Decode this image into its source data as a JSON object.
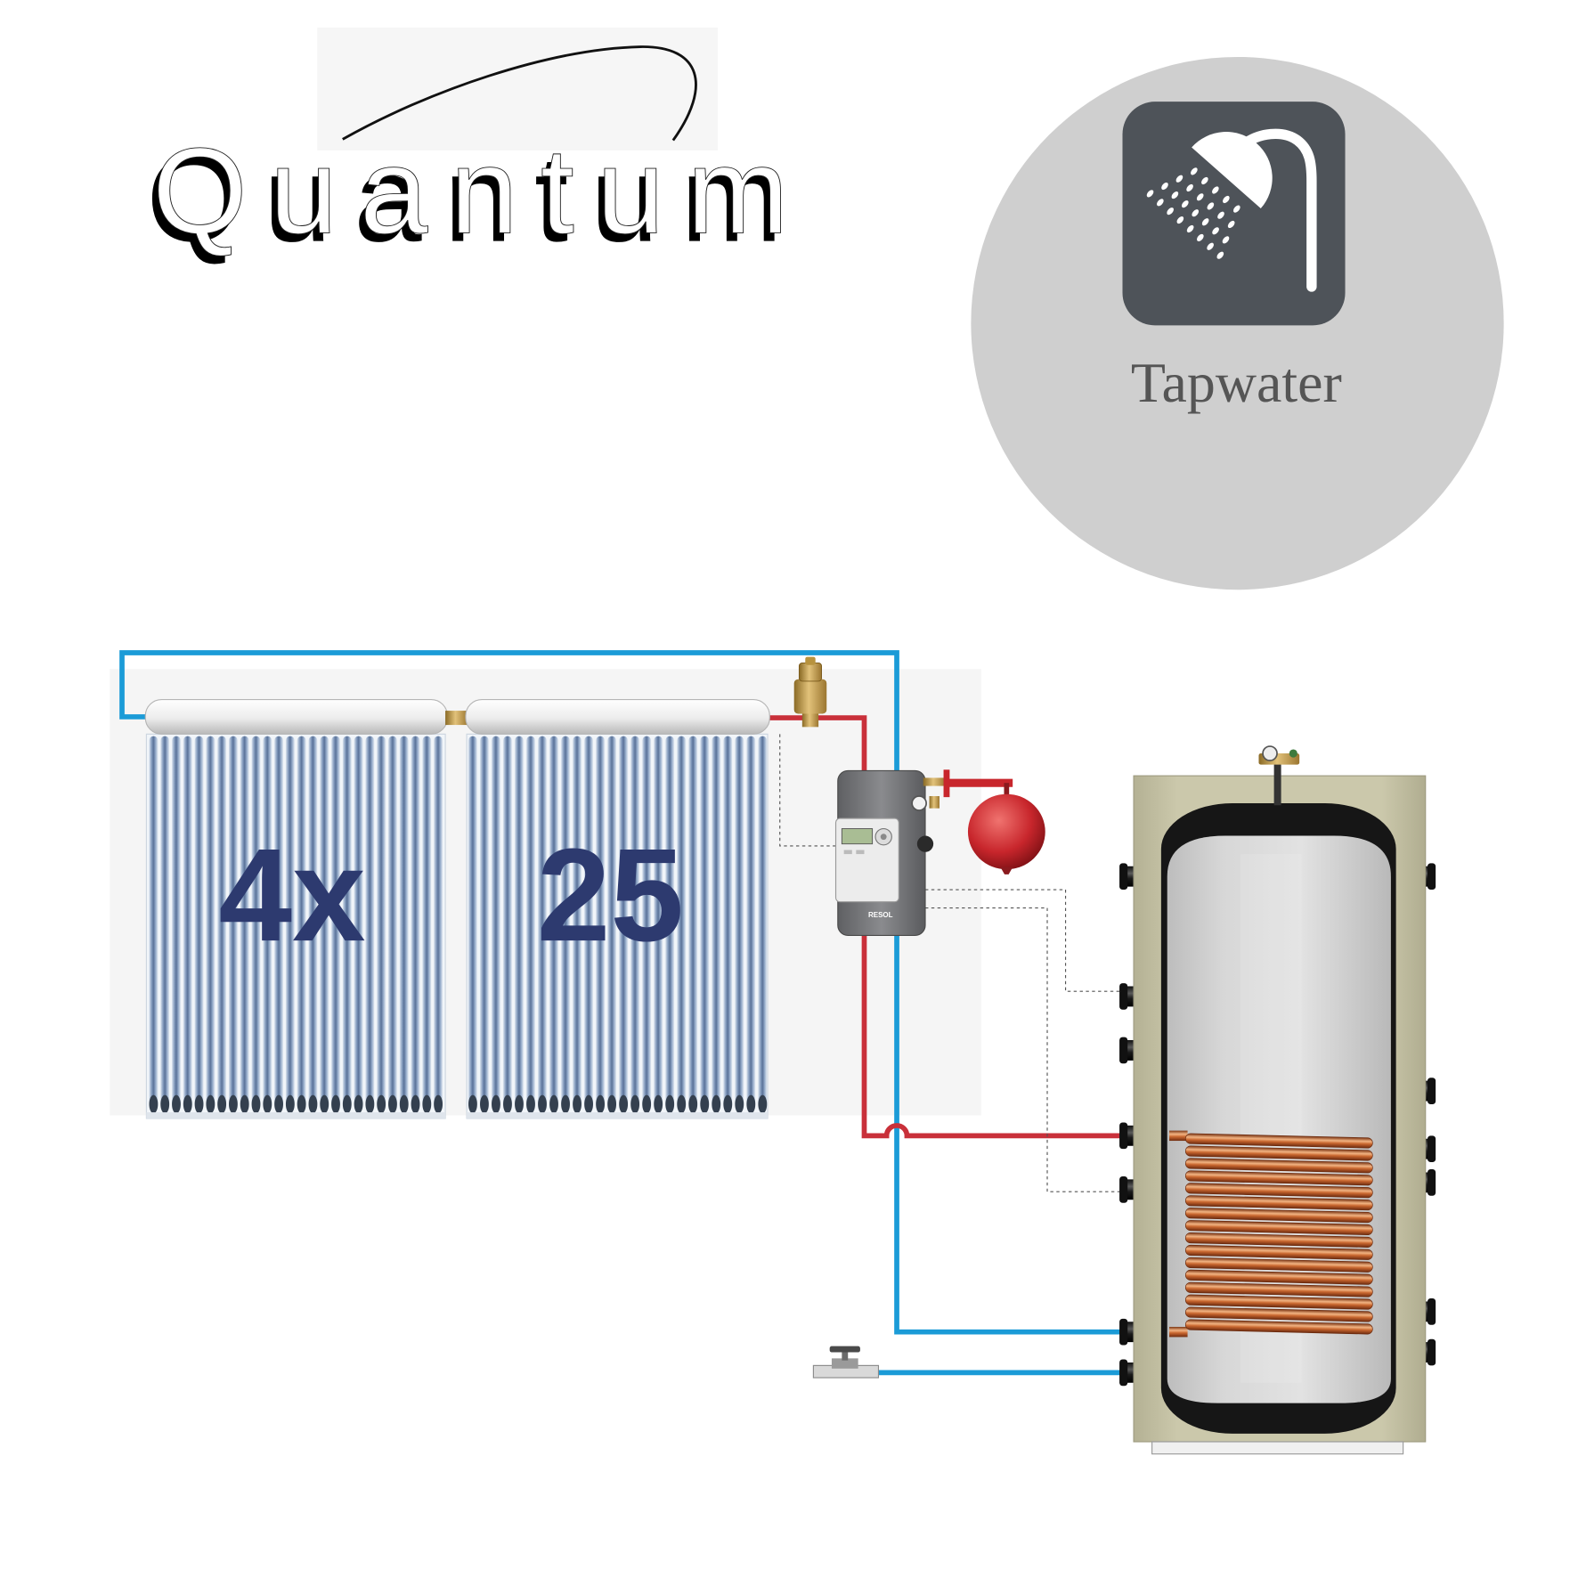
{
  "brand": {
    "name": "Quantum"
  },
  "badge": {
    "label": "Tapwater",
    "icon": "shower-icon"
  },
  "collectors": {
    "quantity_label": "4x",
    "tube_label": "25"
  },
  "controller": {
    "brand": "RESOL"
  },
  "colors": {
    "hot_pipe": "#c9303a",
    "cold_pipe": "#1b9bd7",
    "badge_background": "#cfcfcf",
    "icon_tile": "#4e5359",
    "collector_label": "#2d3a6f",
    "expansion_vessel": "#c8262c",
    "tank_insulation": "#c9c6a8"
  }
}
